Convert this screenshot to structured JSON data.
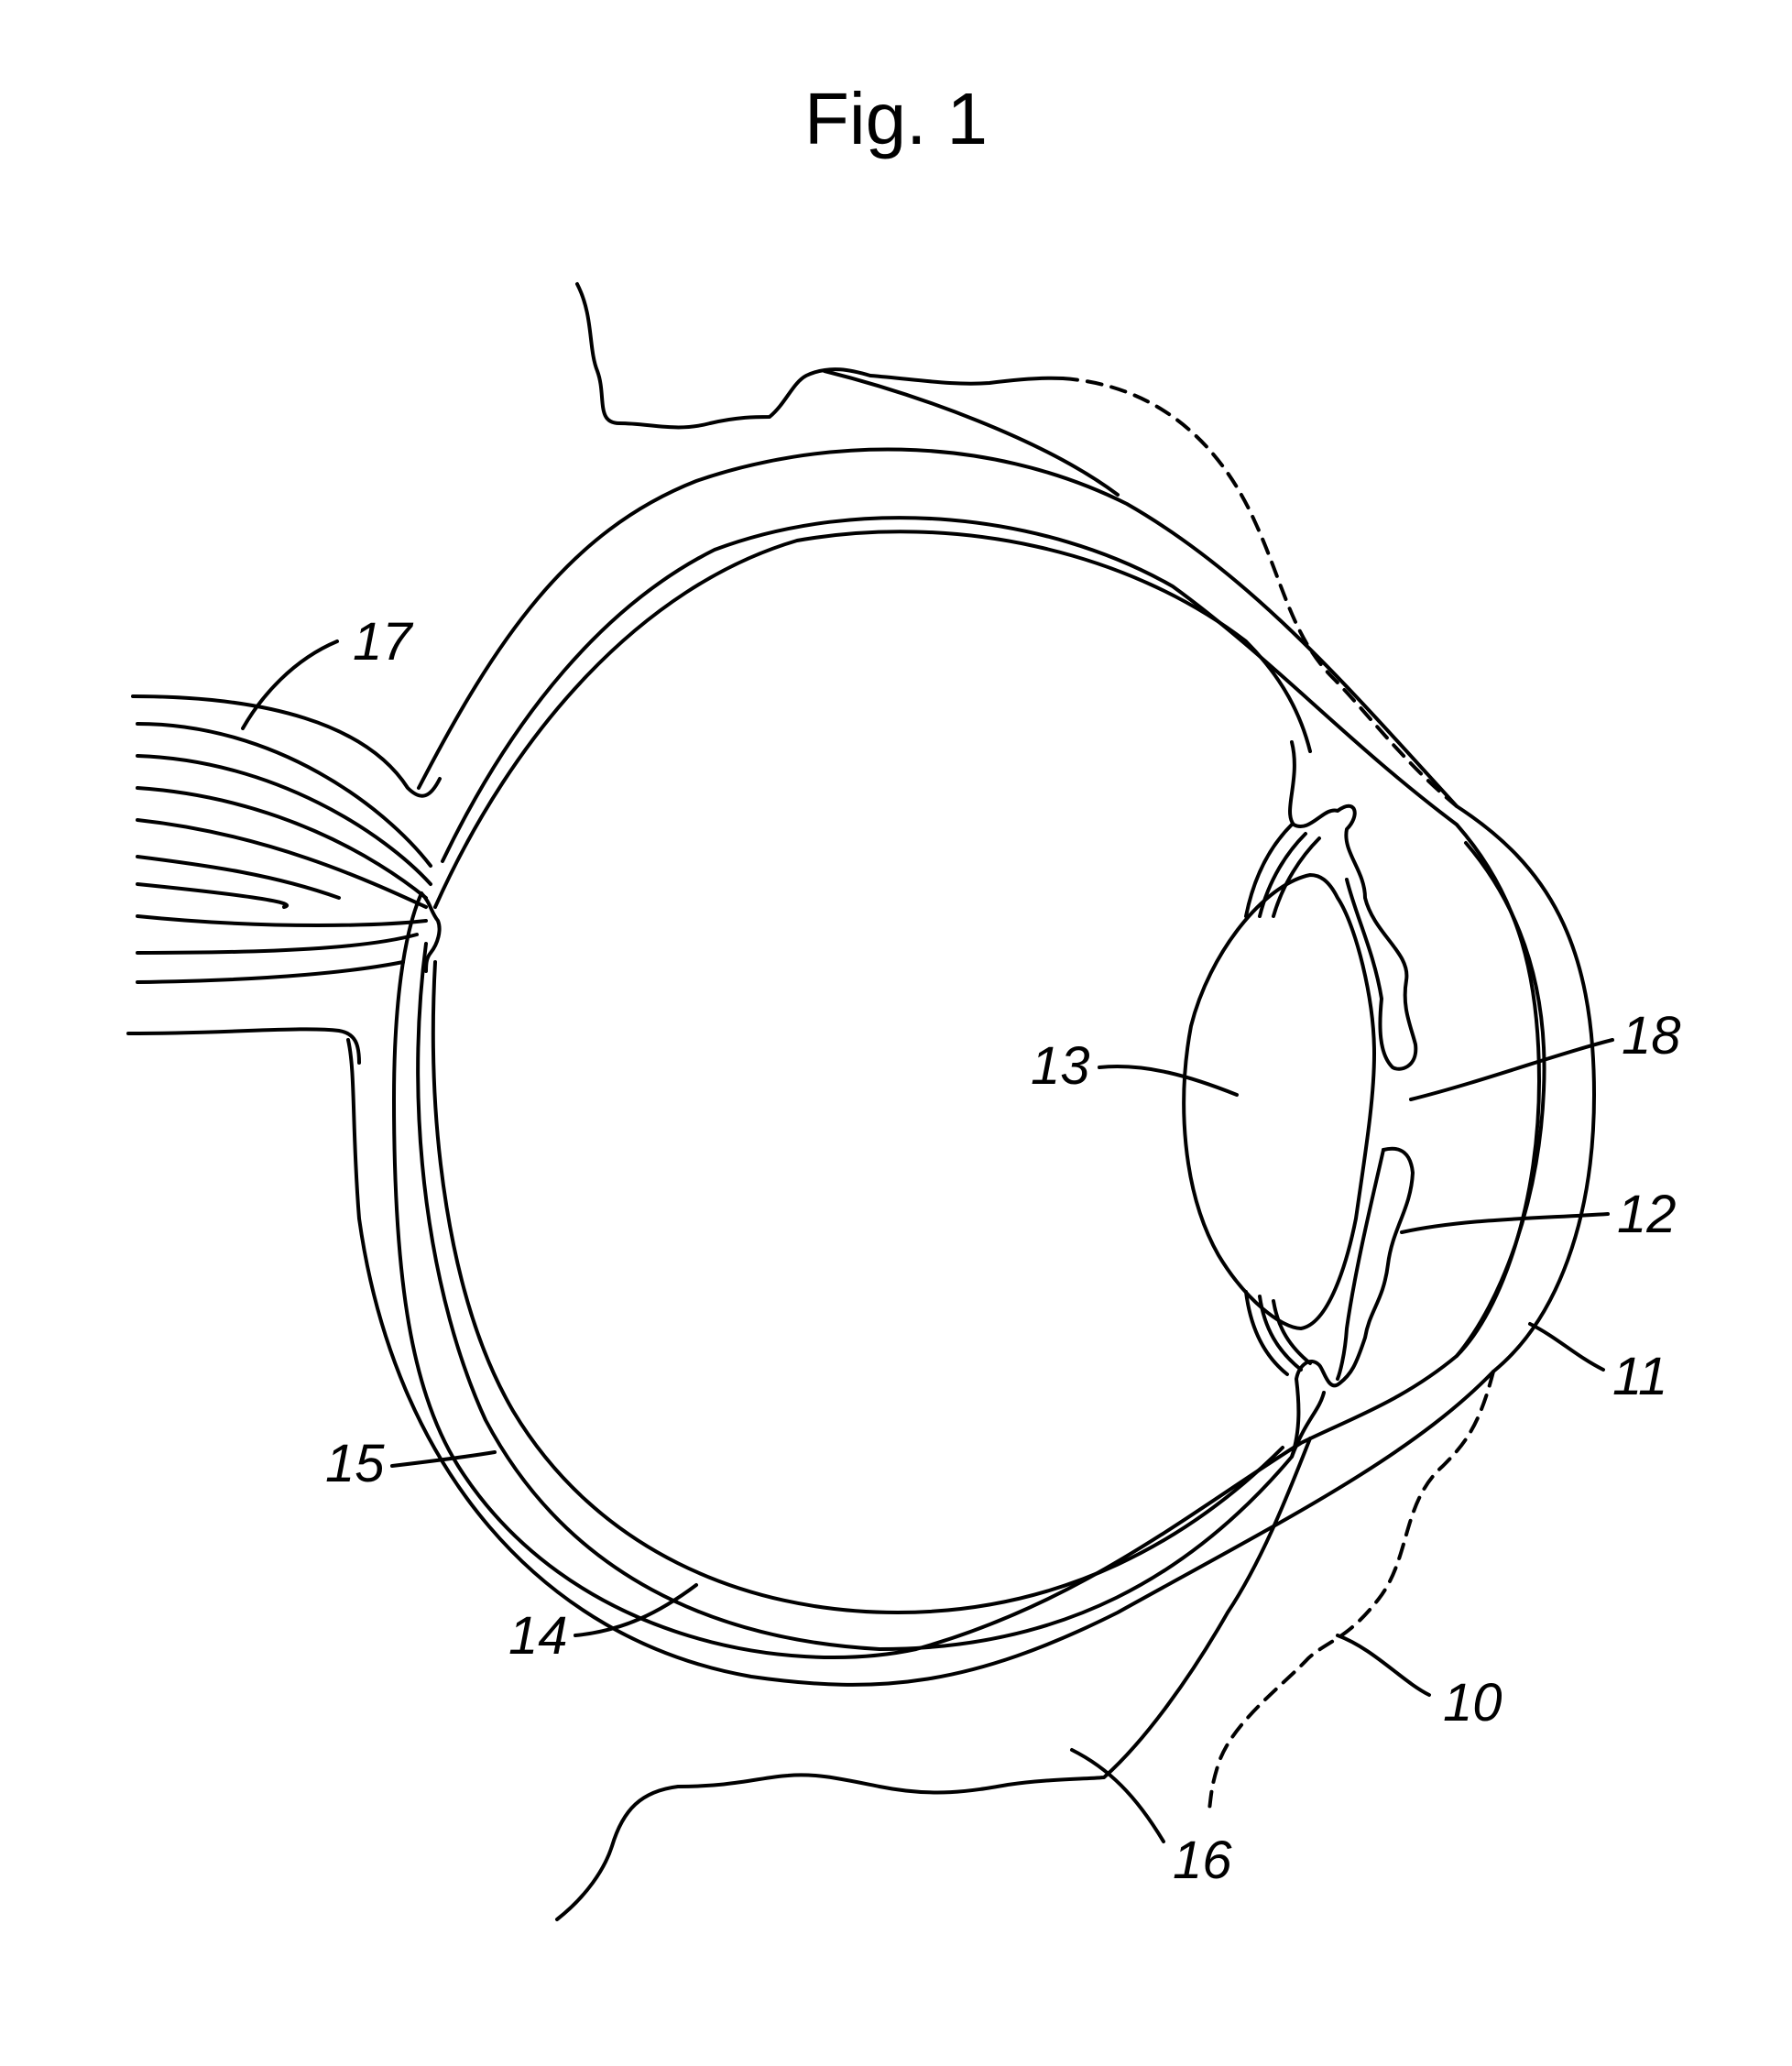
{
  "figure": {
    "title": "Fig. 1",
    "line_color": "#000000",
    "background": "#ffffff"
  },
  "labels": {
    "eyelid_outline": "10",
    "cornea": "11",
    "iris": "12",
    "lens": "13",
    "retina": "14",
    "sclera": "15",
    "lower_eyelid": "16",
    "optic_nerve": "17",
    "pupil": "18"
  }
}
